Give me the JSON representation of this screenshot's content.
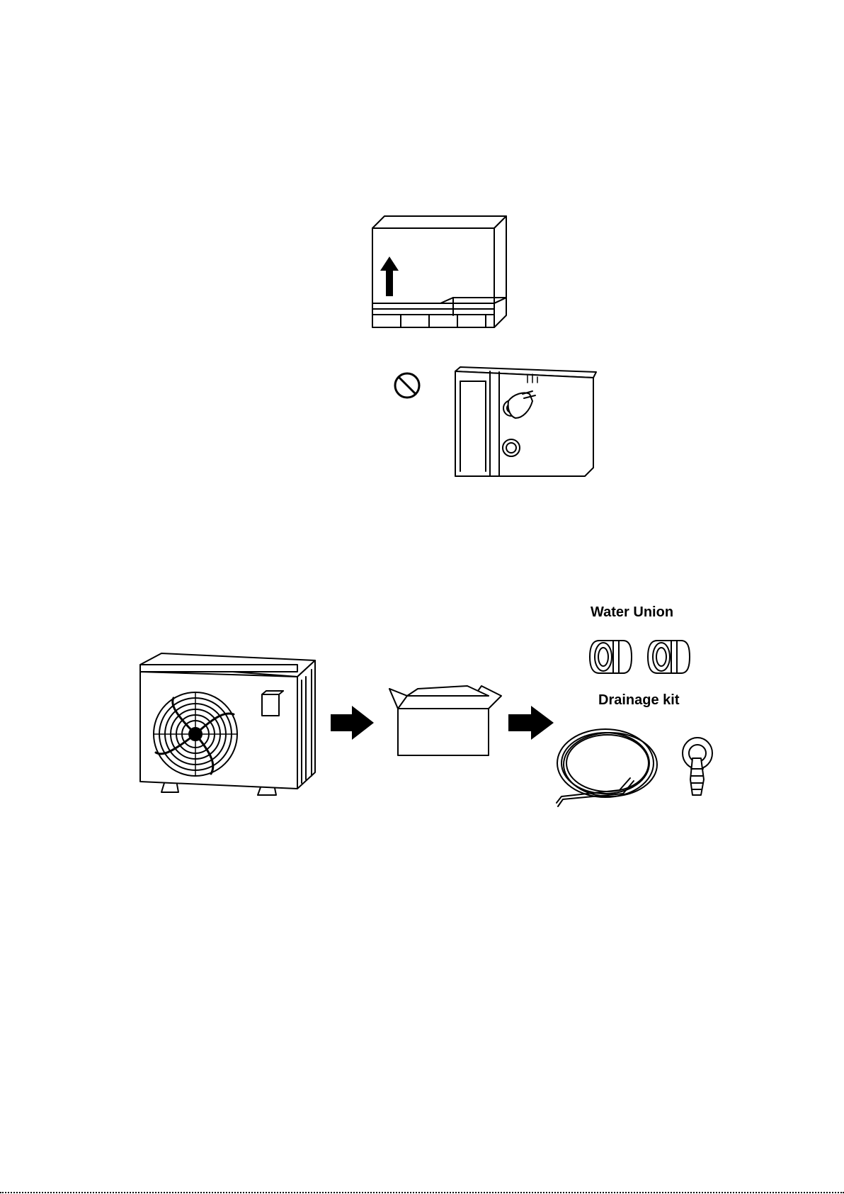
{
  "labels": {
    "water_union": "Water Union",
    "drainage_kit": "Drainage kit"
  },
  "icons": [
    "crate-on-pallet",
    "up-arrow-icon",
    "prohibited-icon",
    "unit-lifted-by-fitting",
    "heat-pump-unit",
    "right-arrow-icon",
    "open-box",
    "water-union-fitting",
    "drain-hose",
    "drain-connector"
  ],
  "colors": {
    "ink": "#000000",
    "paper": "#ffffff"
  }
}
